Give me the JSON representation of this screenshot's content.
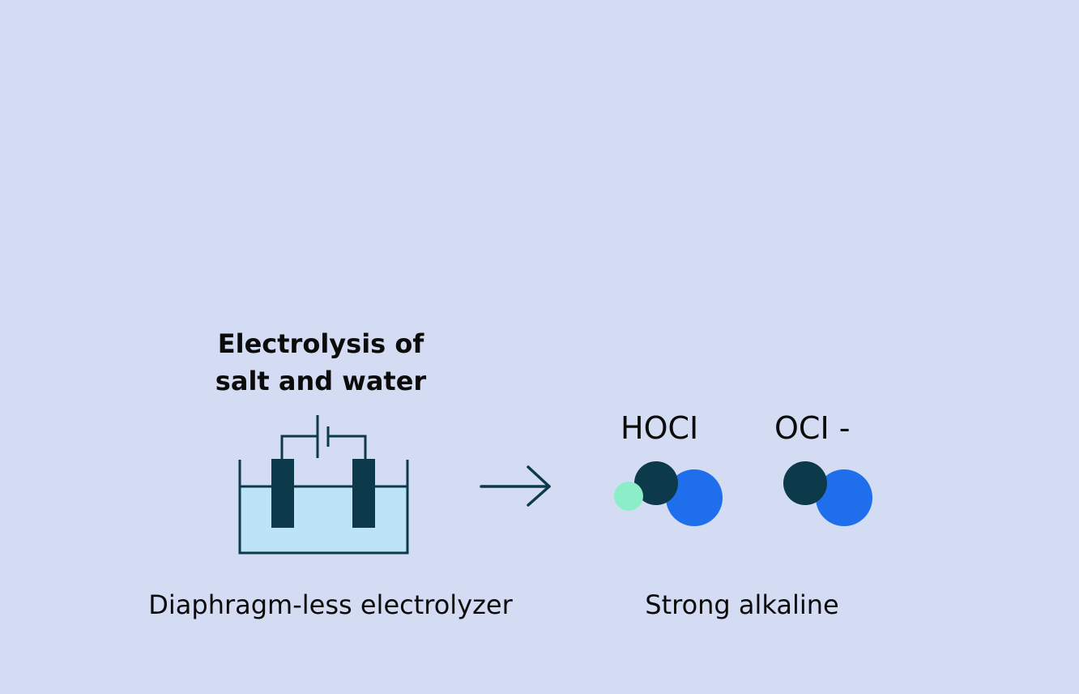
{
  "process": {
    "title_line1": "Electrolysis of",
    "title_line2": "salt and water",
    "device_label": "Diaphragm-less electrolyzer"
  },
  "result": {
    "molecule1_formula": "HOCI",
    "molecule2_formula": "OCI -",
    "label": "Strong alkaline"
  },
  "colors": {
    "background": "#d4dcf4",
    "outline": "#0d3a4a",
    "liquid": "#bde3f7",
    "atom_dark": "#0d3a4a",
    "atom_blue": "#1f6fec",
    "atom_mint": "#8ceec8"
  }
}
